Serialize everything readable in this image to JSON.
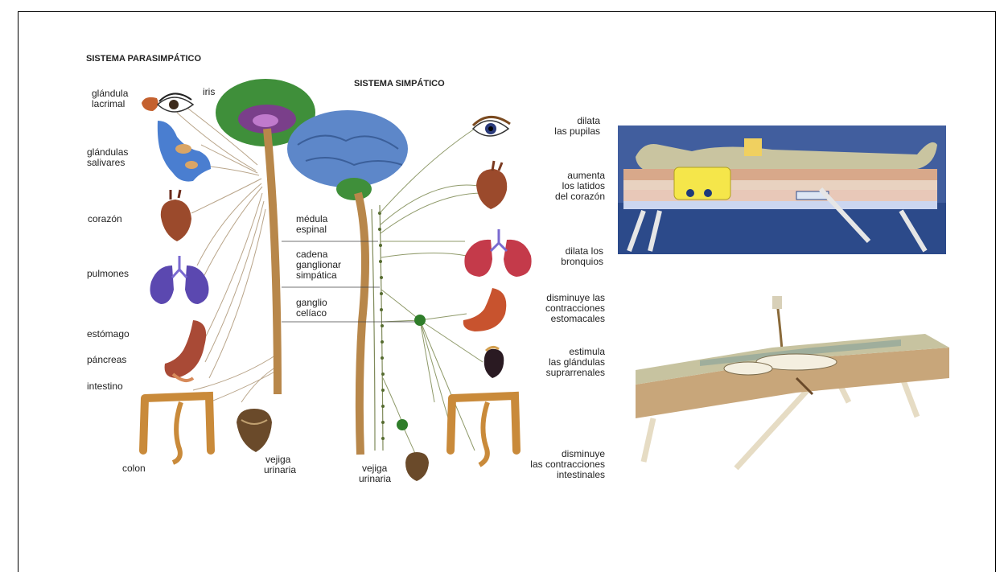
{
  "headings": {
    "parasympathetic": "SISTEMA PARASIMPÁTICO",
    "sympathetic": "SISTEMA SIMPÁTICO"
  },
  "para_labels": {
    "iris": "iris",
    "lacrimal": [
      "glándula",
      "lacrimal"
    ],
    "salivary": [
      "glándulas",
      "salivares"
    ],
    "heart": "corazón",
    "lungs": "pulmones",
    "stomach": "estómago",
    "pancreas": "páncreas",
    "intestine": "intestino",
    "colon": "colon",
    "bladder": [
      "vejiga",
      "urinaria"
    ]
  },
  "center_labels": {
    "spinal_cord": [
      "médula",
      "espinal"
    ],
    "ganglion_chain": [
      "cadena",
      "ganglionar",
      "simpática"
    ],
    "celiac": [
      "ganglio",
      "celíaco"
    ],
    "bladder": [
      "vejiga",
      "urinaria"
    ]
  },
  "symp_labels": {
    "pupils": [
      "dilata",
      "las pupilas"
    ],
    "heart": [
      "aumenta",
      "los latidos",
      "del corazón"
    ],
    "bronchi": [
      "dilata los",
      "bronquios"
    ],
    "stomach": [
      "disminuye las",
      "contracciones",
      "estomacales"
    ],
    "adrenal": [
      "estimula",
      "las glándulas",
      "suprarrenales"
    ],
    "intestine": [
      "disminuye",
      "las contracciones",
      "intestinales"
    ]
  },
  "colors": {
    "nerve": "#c9a46a",
    "brain_green": "#3f8f3a",
    "brain_blue": "#5d87c9",
    "heart": "#9b4a2c",
    "lungs": "#6a4fb0",
    "stomach": "#a94a36",
    "colon": "#c98a3a",
    "ganglion": "#2f7d2a",
    "bed_panel": "#2c4a8a"
  }
}
